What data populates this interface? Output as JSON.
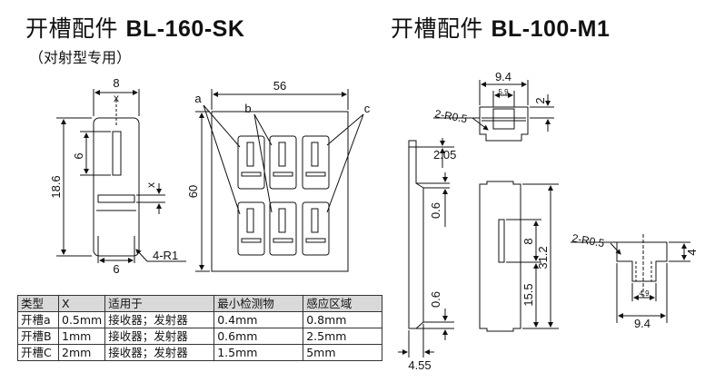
{
  "titles": {
    "left_cn": "开槽配件",
    "left_model": "BL-160-SK",
    "left_sub": "（对射型专用）",
    "right_cn": "开槽配件",
    "right_model": "BL-100-M1"
  },
  "dims": {
    "d8": "8",
    "x": "x",
    "d18_6": "18.6",
    "d6": "6",
    "x2": "x",
    "d6b": "6",
    "r4": "4-R1",
    "d56": "56",
    "a": "a",
    "b": "b",
    "c": "c",
    "d60": "60",
    "d9_4": "9.4",
    "d5_9": "5.9",
    "d2": "2",
    "r2a": "2-R0.5",
    "d2_05": "2.05",
    "d0_6a": "0.6",
    "d0_6b": "0.6",
    "d4_55": "4.55",
    "d8b": "8",
    "d31_2": "31.2",
    "d15_5": "15.5",
    "r2b": "2-R0.5",
    "d4": "4",
    "d4_9": "4.9",
    "d9_4b": "9.4"
  },
  "table": {
    "headers": [
      "类型",
      "X",
      "适用于",
      "最小检测物",
      "感应区域"
    ],
    "rows": [
      [
        "开槽a",
        "0.5mm",
        "接收器；发射器",
        "0.4mm",
        "0.8mm"
      ],
      [
        "开槽B",
        "1mm",
        "接收器；发射器",
        "0.6mm",
        "2.5mm"
      ],
      [
        "开槽C",
        "2mm",
        "接收器；发射器",
        "1.5mm",
        "5mm"
      ]
    ]
  }
}
